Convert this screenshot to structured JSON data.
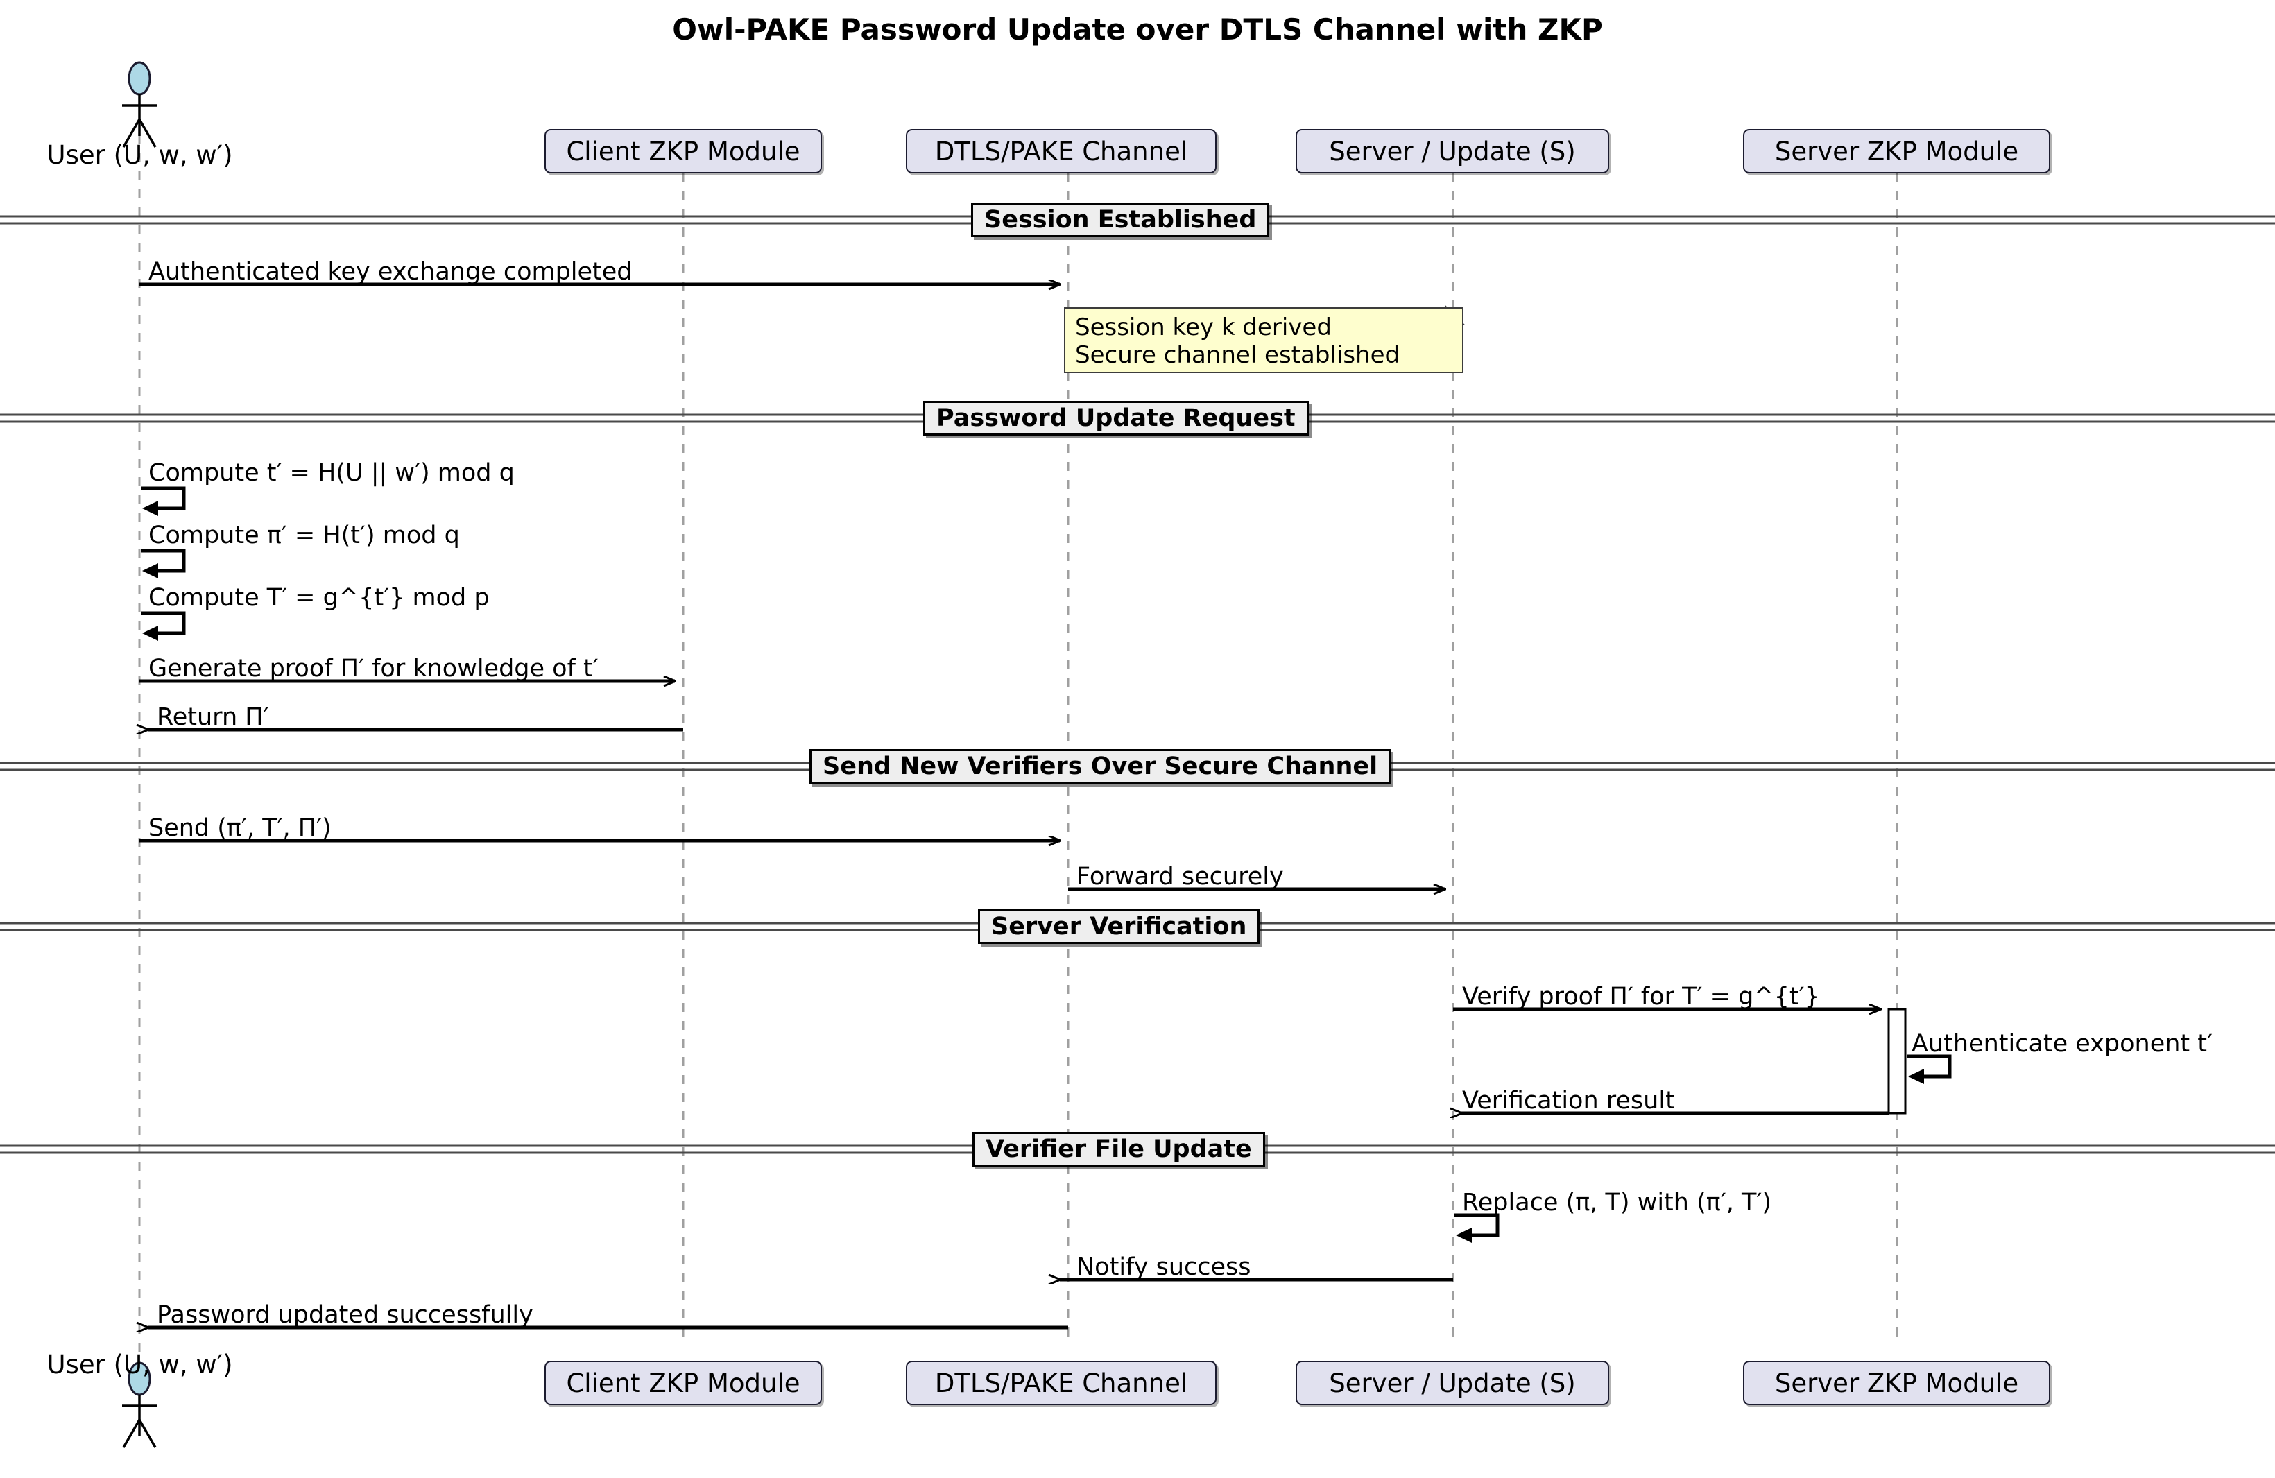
{
  "diagram": {
    "title": "Owl-PAKE Password Update over DTLS Channel with ZKP",
    "type": "uml-sequence-diagram",
    "colors": {
      "participant_fill": "#E1E1EF",
      "participant_border": "#1b1b2f",
      "divider_fill": "#EEEEEE",
      "note_fill": "#FEFECE",
      "actor_head_fill": "#ADD8E6",
      "line": "#000000",
      "lifeline": "#888888"
    }
  },
  "participants": [
    {
      "id": "user",
      "label": "User (U, w, w′)",
      "kind": "actor"
    },
    {
      "id": "clientzkp",
      "label": "Client ZKP Module",
      "kind": "box"
    },
    {
      "id": "channel",
      "label": "DTLS/PAKE Channel",
      "kind": "box"
    },
    {
      "id": "server",
      "label": "Server / Update (S)",
      "kind": "box"
    },
    {
      "id": "serverzkp",
      "label": "Server ZKP Module",
      "kind": "box"
    }
  ],
  "sections": [
    {
      "id": "s1",
      "label": "Session Established"
    },
    {
      "id": "s2",
      "label": "Password Update Request"
    },
    {
      "id": "s3",
      "label": "Send New Verifiers Over Secure Channel"
    },
    {
      "id": "s4",
      "label": "Server Verification"
    },
    {
      "id": "s5",
      "label": "Verifier File Update"
    }
  ],
  "messages": [
    {
      "id": "m1",
      "label": "Authenticated key exchange completed",
      "from": "user",
      "to": "channel",
      "dir": "right"
    },
    {
      "id": "m2",
      "label": "Compute t′ = H(U || w′) mod q",
      "from": "user",
      "to": "user",
      "dir": "self"
    },
    {
      "id": "m3",
      "label": "Compute π′ = H(t′) mod q",
      "from": "user",
      "to": "user",
      "dir": "self"
    },
    {
      "id": "m4",
      "label": "Compute T′ = g^{t′} mod p",
      "from": "user",
      "to": "user",
      "dir": "self"
    },
    {
      "id": "m5",
      "label": "Generate proof Π′ for knowledge of t′",
      "from": "user",
      "to": "clientzkp",
      "dir": "right"
    },
    {
      "id": "m6",
      "label": "Return Π′",
      "from": "clientzkp",
      "to": "user",
      "dir": "left"
    },
    {
      "id": "m7",
      "label": "Send (π′, T′, Π′)",
      "from": "user",
      "to": "channel",
      "dir": "right"
    },
    {
      "id": "m8",
      "label": "Forward securely",
      "from": "channel",
      "to": "server",
      "dir": "right"
    },
    {
      "id": "m9",
      "label": "Verify proof Π′ for T′ = g^{t′}",
      "from": "server",
      "to": "serverzkp",
      "dir": "right"
    },
    {
      "id": "m10",
      "label": "Authenticate exponent t′",
      "from": "serverzkp",
      "to": "serverzkp",
      "dir": "self"
    },
    {
      "id": "m11",
      "label": "Verification result",
      "from": "serverzkp",
      "to": "server",
      "dir": "left"
    },
    {
      "id": "m12",
      "label": "Replace (π, T) with (π′, T′)",
      "from": "server",
      "to": "server",
      "dir": "self"
    },
    {
      "id": "m13",
      "label": "Notify success",
      "from": "server",
      "to": "channel",
      "dir": "left"
    },
    {
      "id": "m14",
      "label": "Password updated successfully",
      "from": "channel",
      "to": "user",
      "dir": "left"
    }
  ],
  "notes": [
    {
      "id": "n1",
      "attached_to": "channel",
      "lines": [
        "Session key k derived",
        "Secure channel established"
      ]
    }
  ],
  "activations": [
    {
      "id": "a1",
      "on": "serverzkp"
    }
  ]
}
